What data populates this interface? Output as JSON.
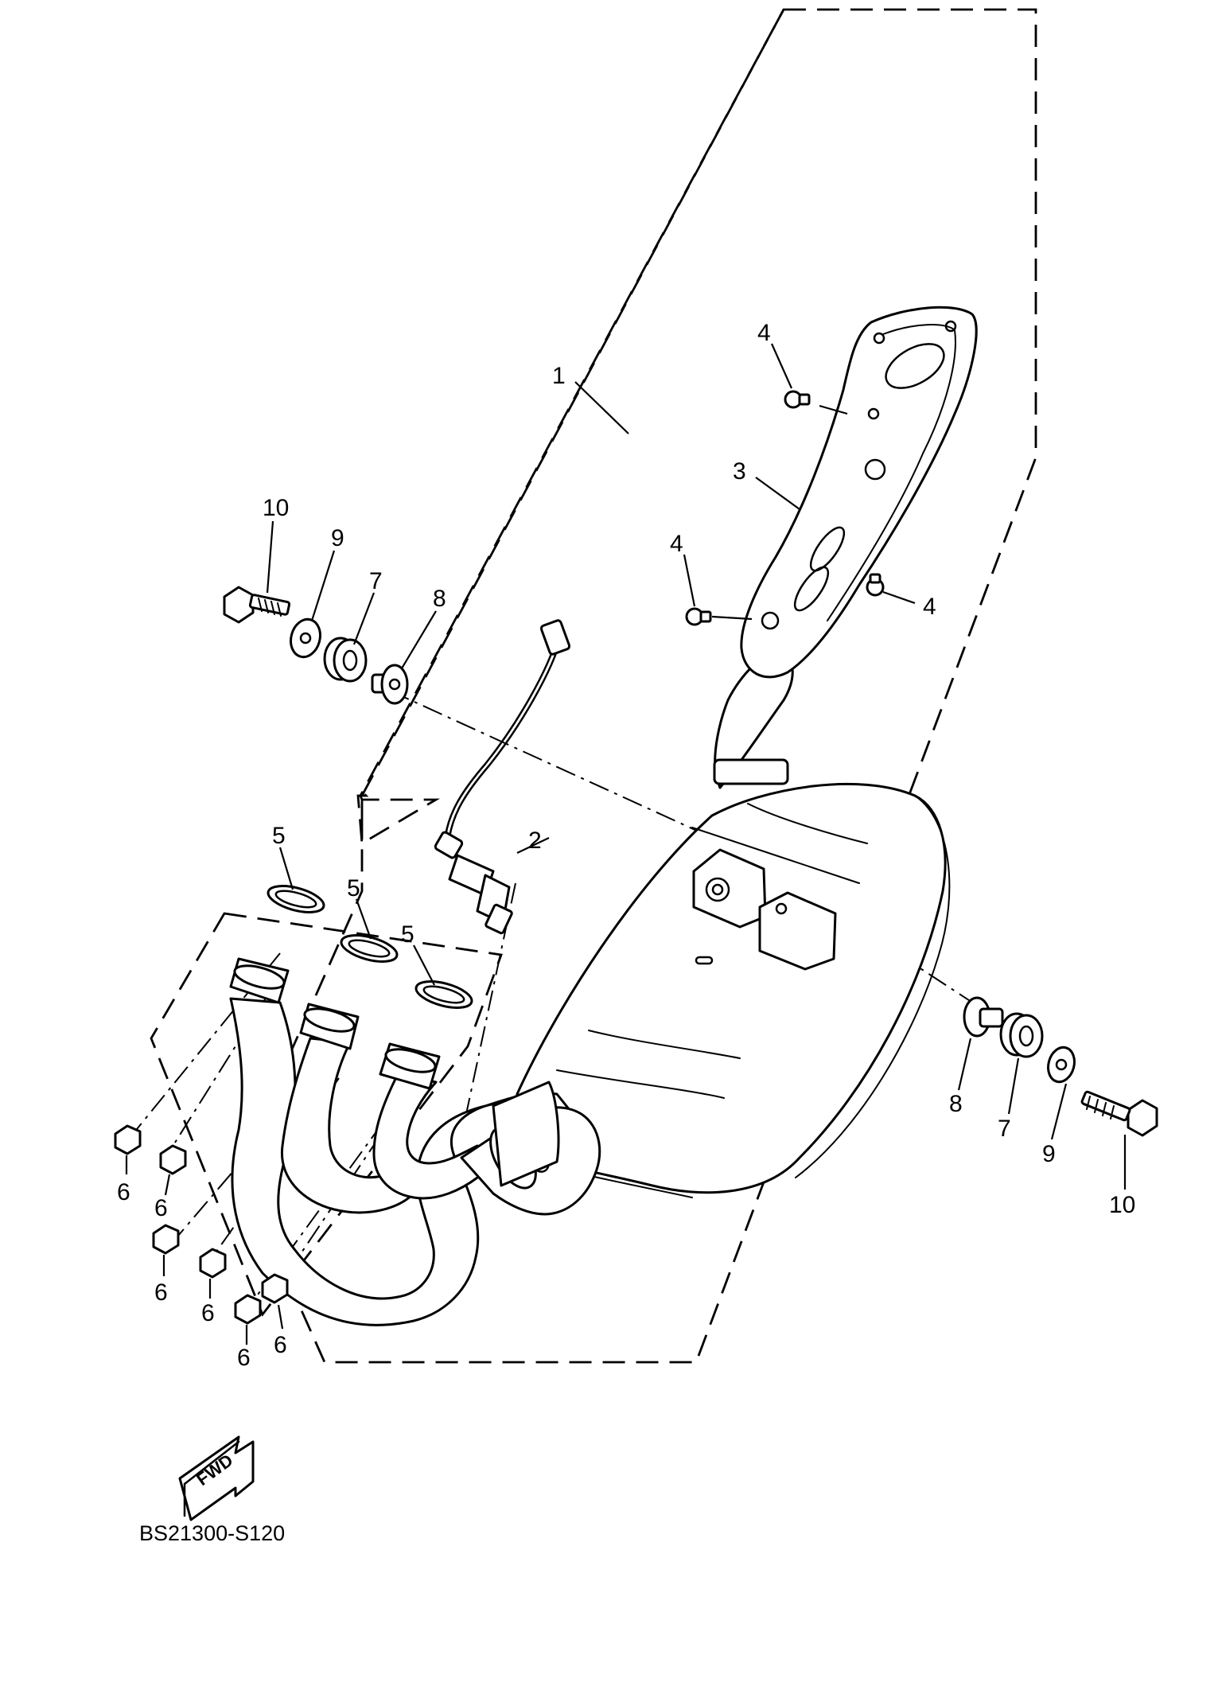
{
  "diagram": {
    "callouts": {
      "c1": "1",
      "c2": "2",
      "c3": "3",
      "c4a": "4",
      "c4b": "4",
      "c4c": "4",
      "c5a": "5",
      "c5b": "5",
      "c5c": "5",
      "c6a": "6",
      "c6b": "6",
      "c6c": "6",
      "c6d": "6",
      "c6e": "6",
      "c6f": "6",
      "c7a": "7",
      "c7b": "7",
      "c8a": "8",
      "c8b": "8",
      "c9a": "9",
      "c9b": "9",
      "c10a": "10",
      "c10b": "10"
    },
    "fwd_label": "FWD",
    "drawing_code": "BS21300-S120"
  }
}
